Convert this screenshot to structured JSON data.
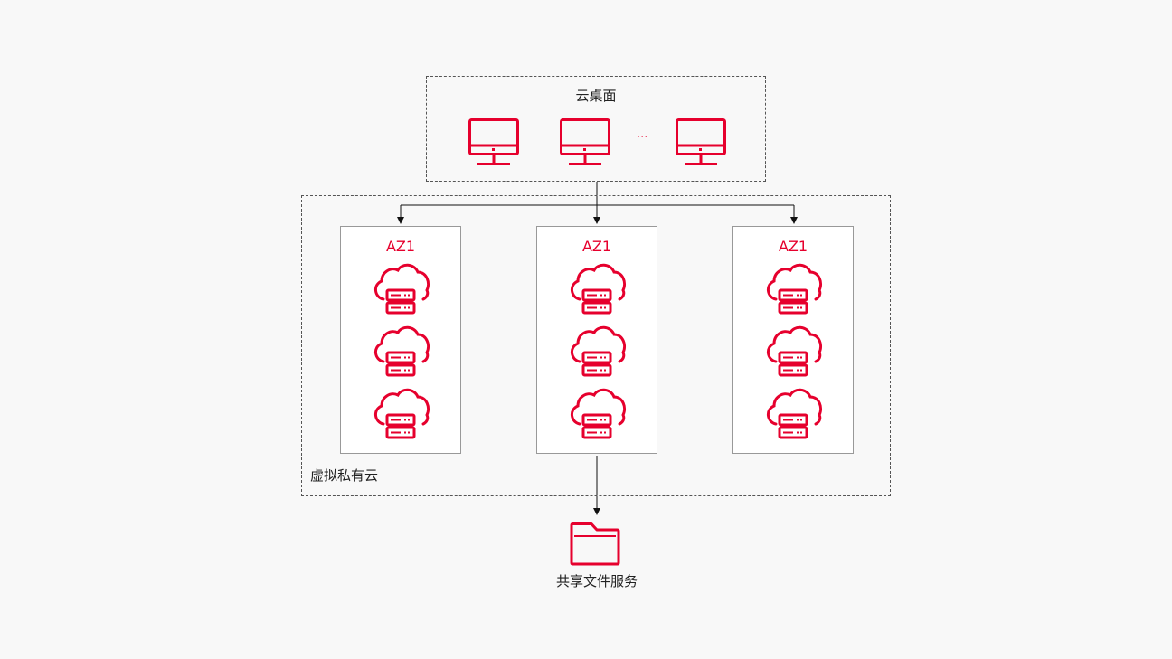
{
  "cloud_desktop": {
    "title": "云桌面",
    "ellipsis": "...",
    "icons": [
      "monitor-icon",
      "monitor-icon",
      "monitor-icon"
    ]
  },
  "vpc": {
    "label": "虚拟私有云",
    "zones": [
      {
        "label": "AZ1",
        "icons": [
          "cloud-server-icon",
          "cloud-server-icon",
          "cloud-server-icon"
        ]
      },
      {
        "label": "AZ1",
        "icons": [
          "cloud-server-icon",
          "cloud-server-icon",
          "cloud-server-icon"
        ]
      },
      {
        "label": "AZ1",
        "icons": [
          "cloud-server-icon",
          "cloud-server-icon",
          "cloud-server-icon"
        ]
      }
    ]
  },
  "storage": {
    "label": "共享文件服务",
    "icon": "folder-icon"
  },
  "colors": {
    "accent": "#e6002d",
    "border": "#555555",
    "background": "#f8f8f8"
  }
}
